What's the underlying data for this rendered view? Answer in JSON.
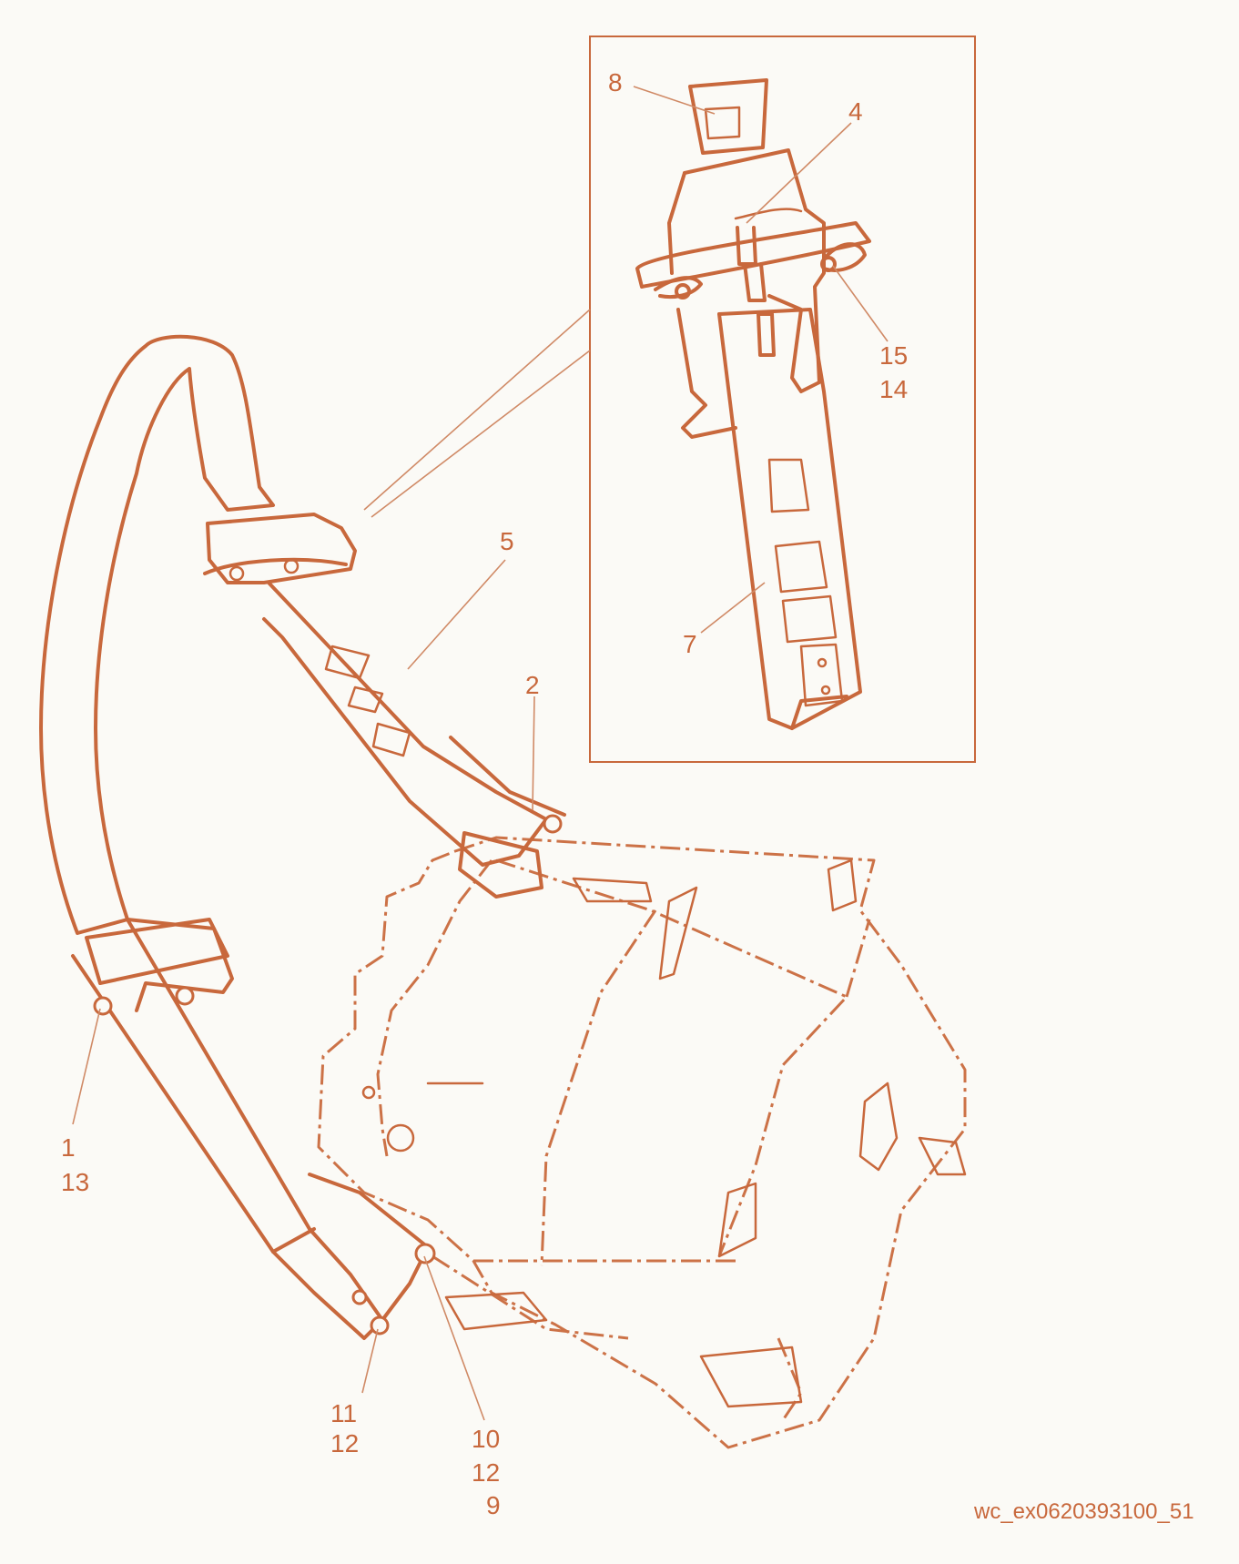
{
  "document_id": "wc_ex0620393100_51",
  "callouts": {
    "c1": "1",
    "c13": "13",
    "c2": "2",
    "c4": "4",
    "c5": "5",
    "c7": "7",
    "c8": "8",
    "c9": "9",
    "c10": "10",
    "c11": "11",
    "c12a": "12",
    "c12b": "12",
    "c14": "14",
    "c15": "15"
  },
  "colors": {
    "line": "#c8683c",
    "background": "#fbfaf6"
  }
}
